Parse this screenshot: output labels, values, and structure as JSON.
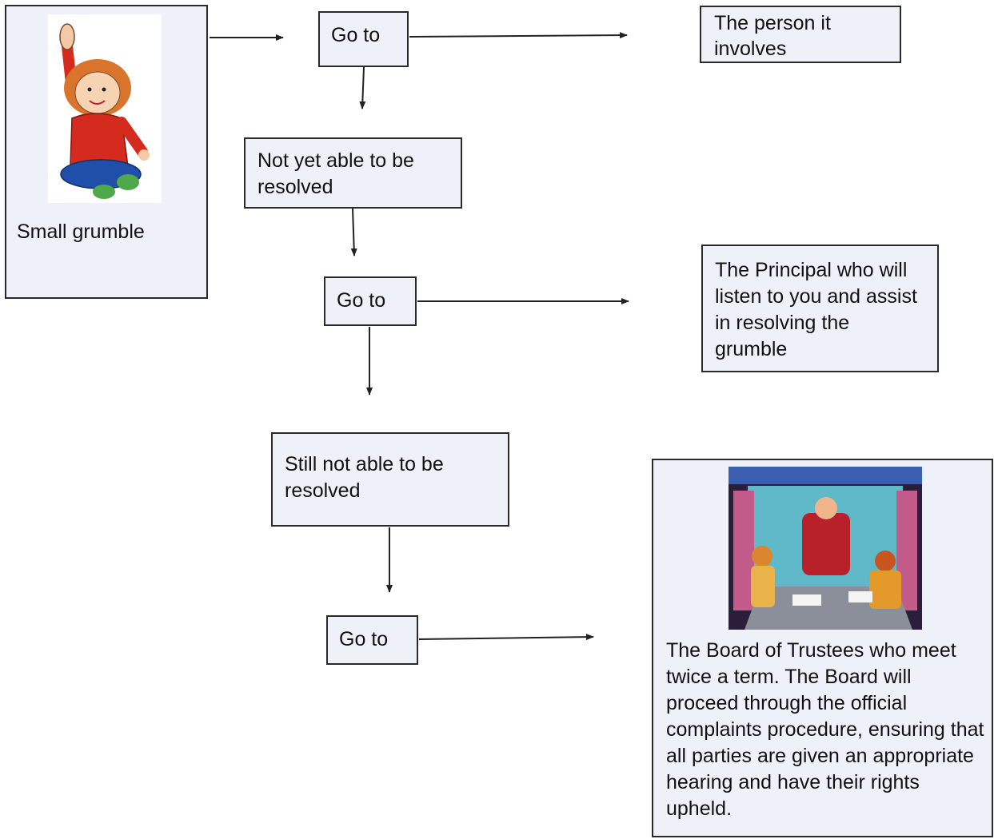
{
  "nodes": {
    "start": {
      "label": "Small grumble",
      "image": "child-raising-hand-icon"
    },
    "goto_1": {
      "label": "Go to"
    },
    "person": {
      "label": "The person it involves"
    },
    "not_yet": {
      "label": "Not yet able to be resolved"
    },
    "goto_2": {
      "label": "Go to"
    },
    "principal": {
      "label": "The Principal who will listen to you and assist in resolving the grumble"
    },
    "still_not": {
      "label": "Still not able to be resolved"
    },
    "goto_3": {
      "label": "Go to"
    },
    "board": {
      "label": "The Board of Trustees who meet twice a term.  The Board will proceed through the official complaints procedure, ensuring that all parties are given an appropriate hearing and have their rights upheld.",
      "image": "board-meeting-icon"
    }
  },
  "colors": {
    "box_fill": "#eef2f8",
    "border": "#2a2a2a",
    "arrow": "#222222"
  }
}
